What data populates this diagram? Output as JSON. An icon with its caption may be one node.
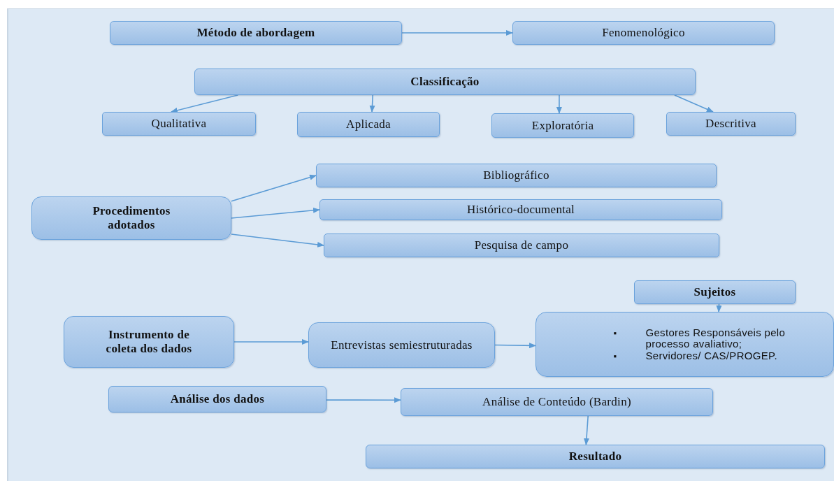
{
  "diagram": {
    "nodes": [
      {
        "text": [
          "Método de abordagem"
        ]
      },
      {
        "text": [
          "Fenomenológico"
        ]
      },
      {
        "text": [
          "Classificação"
        ]
      },
      {
        "text": [
          "Qualitativa"
        ]
      },
      {
        "text": [
          "Aplicada"
        ]
      },
      {
        "text": [
          "Exploratória"
        ]
      },
      {
        "text": [
          "Descritiva"
        ]
      },
      {
        "text": [
          "Procedimentos adotados"
        ]
      },
      {
        "text": [
          "Bibliográfico"
        ]
      },
      {
        "text": [
          "Histórico-documental"
        ]
      },
      {
        "text": [
          "Pesquisa de campo"
        ]
      },
      {
        "text": [
          "Sujeitos"
        ]
      },
      {
        "text": [
          "Instrumento de coleta dos dados"
        ]
      },
      {
        "text": [
          "Entrevistas semiestruturadas"
        ]
      },
      {
        "text": [
          "Gestores Responsáveis pelo processo avaliativo;",
          "Servidores/ CAS/PROGEP."
        ]
      },
      {
        "text": [
          "Análise dos dados"
        ]
      },
      {
        "text": [
          "Análise de Conteúdo (Bardin)"
        ]
      },
      {
        "text": [
          "Resultado"
        ]
      }
    ],
    "edges": [
      {
        "from": 0,
        "to": 1,
        "arrow": "to"
      },
      {
        "from": 2,
        "to": 3,
        "arrow": "to"
      },
      {
        "from": 2,
        "to": 4,
        "arrow": "to"
      },
      {
        "from": 2,
        "to": 5,
        "arrow": "to"
      },
      {
        "from": 2,
        "to": 6,
        "arrow": "to"
      },
      {
        "from": 7,
        "to": 8,
        "arrow": "to"
      },
      {
        "from": 7,
        "to": 9,
        "arrow": "to"
      },
      {
        "from": 7,
        "to": 10,
        "arrow": "to"
      },
      {
        "from": 12,
        "to": 13,
        "arrow": "to"
      },
      {
        "from": 13,
        "to": 14,
        "arrow": "to"
      },
      {
        "from": 11,
        "to": 14,
        "arrow": "to"
      },
      {
        "from": 15,
        "to": 16,
        "arrow": "to"
      },
      {
        "from": 16,
        "to": 17,
        "arrow": "to"
      }
    ],
    "labels": [
      "▪",
      "▪"
    ]
  }
}
